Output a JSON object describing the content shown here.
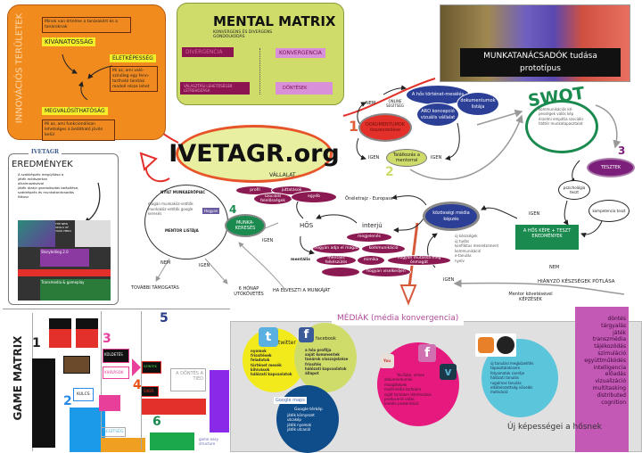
{
  "innovation": {
    "vertical_title": "INNOVÁCIÓS TERÜLETEK",
    "question": "Minek van értelme a tanárokért és a tanároknak",
    "kivanatossag": "KÍVÁNATOSSÁG",
    "eletkepesseg": "ÉLETKÉPESSÉG",
    "eletkepesseg_note": "Mi az, ami való-szinűleg egy fenn-tartható tanítási modell része lehet",
    "megvalosithatosag": "MEGVALÓSÍTHATÓSÁG",
    "megvalosithatosag_note": "Mi az, ami funkcionálisan lehetséges a belátható jövőn belül"
  },
  "mental_matrix": {
    "title": "MENTAL MATRIX",
    "subtitle": "KONVERGENS ÉS DIVERGENS GONDOLKODÁS",
    "divergencia": "DIVERGENCIA",
    "konvergencia": "KONVERGENCIA",
    "valasztasi": "VÁLASZTÁSI LEHETŐSÉGEK LÉTREHOZÁSA",
    "dontesek": "DÖNTÉSEK"
  },
  "photo": {
    "caption_line1": "MUNKATANÁCSADÓK tudása",
    "caption_line2": "prototípus"
  },
  "center": {
    "title": "IVETAGR.org"
  },
  "flow": {
    "step1": "1",
    "dokumentumok": "DOKUMENTUMOK összeszedése",
    "nem": "NEM",
    "online": "ONLINE SEGÍTSÉG",
    "hos_tortenet": "A hős történet-mesélés",
    "aro": "ARO koncepció vizuális vállalat",
    "dok_listaja": "dokumentumok listája",
    "igen1": "IGEN",
    "igen2": "IGEN",
    "talalkozas": "Találkozás a mentorral",
    "step2": "2",
    "swot": "SWOT",
    "swot_items": "kommunikációs ké-pességek valós kép érzelmi empátia szociális háttér munkatapasztalat",
    "step3": "3",
    "tesztek": "TESZTEK",
    "pszichologia": "pszichológia teszt",
    "kompetencia": "kompetencia teszt",
    "igen3": "IGEN",
    "hos_kepe": "A HŐS KÉPE + TESZT EREDMÉNYEK",
    "nem2": "NEM",
    "hianyzo": "HIÁNYZÓ KÉSZSÉGEK PÓTLÁSA",
    "mentor_kovetes": "Mentor követésével",
    "kepzesek": "KÉPZÉSEK",
    "kozossegi": "közösségi média képzés",
    "kozossegi_items": [
      "új készségek",
      "új tudás",
      "konfliktus menedzsment",
      "kommunikáció",
      "e-tanulás",
      "nyelv"
    ],
    "igen4": "IGEN",
    "oneletrajz": "Önéletrajz - Europass",
    "interju": "interjú",
    "hos": "HŐS",
    "vallalat": "VÁLLALAT",
    "vallalat_items": [
      "profil",
      "juttatások",
      "szociális felelősségek",
      "egyéb"
    ],
    "interju_items": [
      "megjelenés",
      "hogyan adja el magát",
      "kommunikáció",
      "hogyan mutassa meg önmagát",
      "mentális felkészülés",
      "mimika",
      "hogyan viselkedjen"
    ],
    "mentalis": "mentális",
    "nyilt": "NYÍLT MUNKAERŐPIAC",
    "nyilt_items": "magán munkaköz-vetítők munkaköz-vetítők google keresés",
    "hogyan": "Hogyan",
    "mentor_listaja": "MENTOR LISTÁJA",
    "step4": "4",
    "munkakereses": "MUNKA-KERESÉS",
    "igen5": "IGEN",
    "nem3": "NEM",
    "igen6": "IGEN",
    "tovabbi": "TOVÁBBI TÁMOGATÁS",
    "hat_honap": "6 HÓNAP UTÓKÖVETÉS",
    "ha_elveszti": "HA ELVESZTI A MUNKÁJÁT"
  },
  "eredmenyek": {
    "brand": "IVETAGR",
    "title": "EREDMÉNYEK",
    "p1": "A szakképzés megújítása a játék módszertan alkalmazásával",
    "p2": "Játék dizájn gondolkodás beépítése, szakképzés és munkatanácsadás fókusz",
    "collage": [
      "THE NEW SKILLS OF YOUR HERO",
      "Storytelling 2.0",
      "Transmedia & gameplay"
    ]
  },
  "game_matrix": {
    "title": "GAME MATRIX",
    "numbers": [
      "1",
      "2",
      "3",
      "4",
      "5",
      "6"
    ],
    "kuldetes": "KÜLDETÉS",
    "kihivasok": "KIHÍVÁSOK",
    "siker": "SIKER",
    "kulcs": "KULCS",
    "segitseg": "SEGÍTSÉG",
    "dontes": "A DÖNTÉS A TIÉD",
    "szintek": "SZINTEK",
    "footer": "game easy structure"
  },
  "mediak": {
    "title": "MÉDIÁK (média konvergencia)",
    "twitter": "twitter",
    "twitter_items": [
      "nyomok",
      "frissítések",
      "feladatok",
      "történet mesék",
      "kihívások",
      "hálózati kapcsolatok"
    ],
    "facebook": "facebook",
    "facebook_items": [
      "a hős profilja",
      "saját kommentek",
      "tanárok visszajelzése",
      "frissítés",
      "hálózati kapcsolatok",
      "állapot"
    ],
    "google_logo": "Google maps",
    "google": "Google térkép",
    "google_items": [
      "játék környezet",
      "utcakép",
      "játék nyomok",
      "játék utcanál"
    ],
    "youtube_items": [
      "YouTube, vimeo",
      "dokumentumok",
      "mozgóképek",
      "multimédia tartalom",
      "saját tartalom létrehozása",
      "producerré válás",
      "kreatív prezentáció"
    ],
    "elearning_items": [
      "új tanulási megközelítés",
      "tapasztalatcsere",
      "folyamatok cseréje",
      "hálózati tanulás",
      "rugalmas tanulás",
      "elkötelezettség növelés",
      "motiváció"
    ],
    "uj_kepessegei": "Új képességei a hősnek",
    "skills": [
      "döntés",
      "tárgyalás",
      "játék",
      "transzmédia",
      "tájékozódás",
      "szimuláció",
      "együttműködés",
      "intelligencia",
      "előadás",
      "vizualizáció",
      "multitasking",
      "distributed",
      "cognition"
    ]
  },
  "colors": {
    "orange": "#f28b1e",
    "lime": "#cfdc6a",
    "red": "#e3302a",
    "blue": "#2c3f96",
    "green": "#1a8a4e",
    "purple": "#7b1f7a",
    "magenta": "#8c1a52",
    "pink": "#e6197f",
    "cyan": "#5bc5dc",
    "violet": "#c459b5"
  }
}
